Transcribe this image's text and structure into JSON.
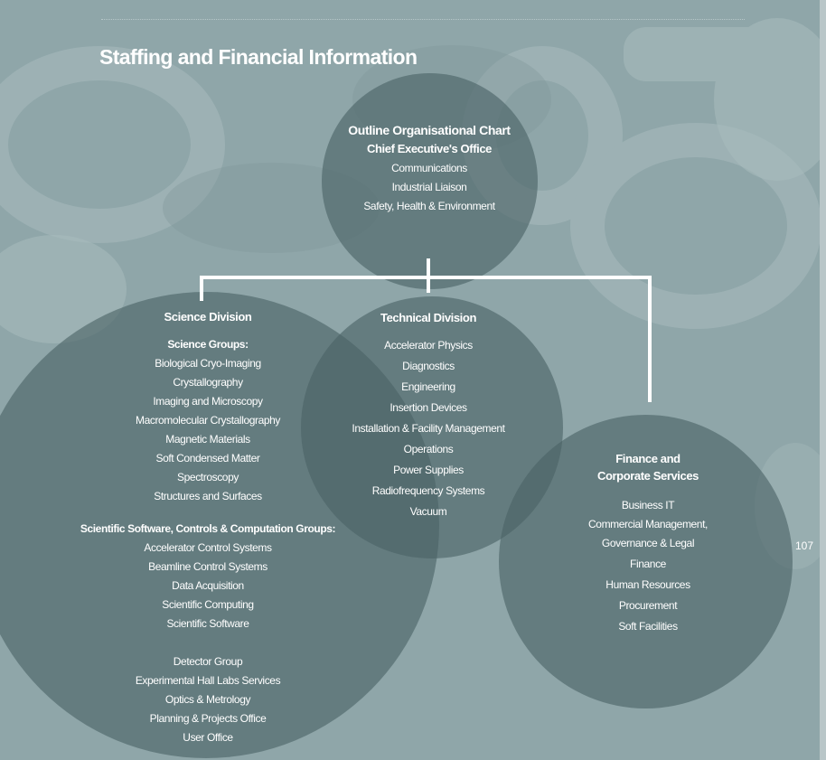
{
  "page": {
    "title": "Staffing and Financial Information",
    "page_number": "107"
  },
  "chart": {
    "title": "Outline Organisational Chart",
    "ceo": {
      "name": "Chief Executive's Office",
      "units": [
        "Communications",
        "Industrial Liaison",
        "Safety, Health & Environment"
      ]
    },
    "science": {
      "name": "Science Division",
      "groups_heading": "Science Groups:",
      "groups": [
        "Biological Cryo-Imaging",
        "Crystallography",
        "Imaging and Microscopy",
        "Macromolecular Crystallography",
        "Magnetic Materials",
        "Soft Condensed Matter",
        "Spectroscopy",
        "Structures and Surfaces"
      ],
      "software_heading": "Scientific Software, Controls & Computation Groups:",
      "software_groups": [
        "Accelerator Control Systems",
        "Beamline Control Systems",
        "Data Acquisition",
        "Scientific Computing",
        "Scientific Software"
      ],
      "other_groups": [
        "Detector Group",
        "Experimental Hall Labs Services",
        "Optics & Metrology",
        "Planning & Projects Office",
        "User Office"
      ]
    },
    "technical": {
      "name": "Technical Division",
      "units": [
        "Accelerator Physics",
        "Diagnostics",
        "Engineering",
        "Insertion Devices",
        "Installation & Facility Management",
        "Operations",
        "Power Supplies",
        "Radiofrequency Systems",
        "Vacuum"
      ]
    },
    "finance": {
      "name_line1": "Finance and",
      "name_line2": "Corporate Services",
      "units": [
        "Business IT",
        "Commercial Management,",
        "Governance & Legal",
        "Finance",
        "Human Resources",
        "Procurement",
        "Soft Facilities"
      ]
    }
  }
}
